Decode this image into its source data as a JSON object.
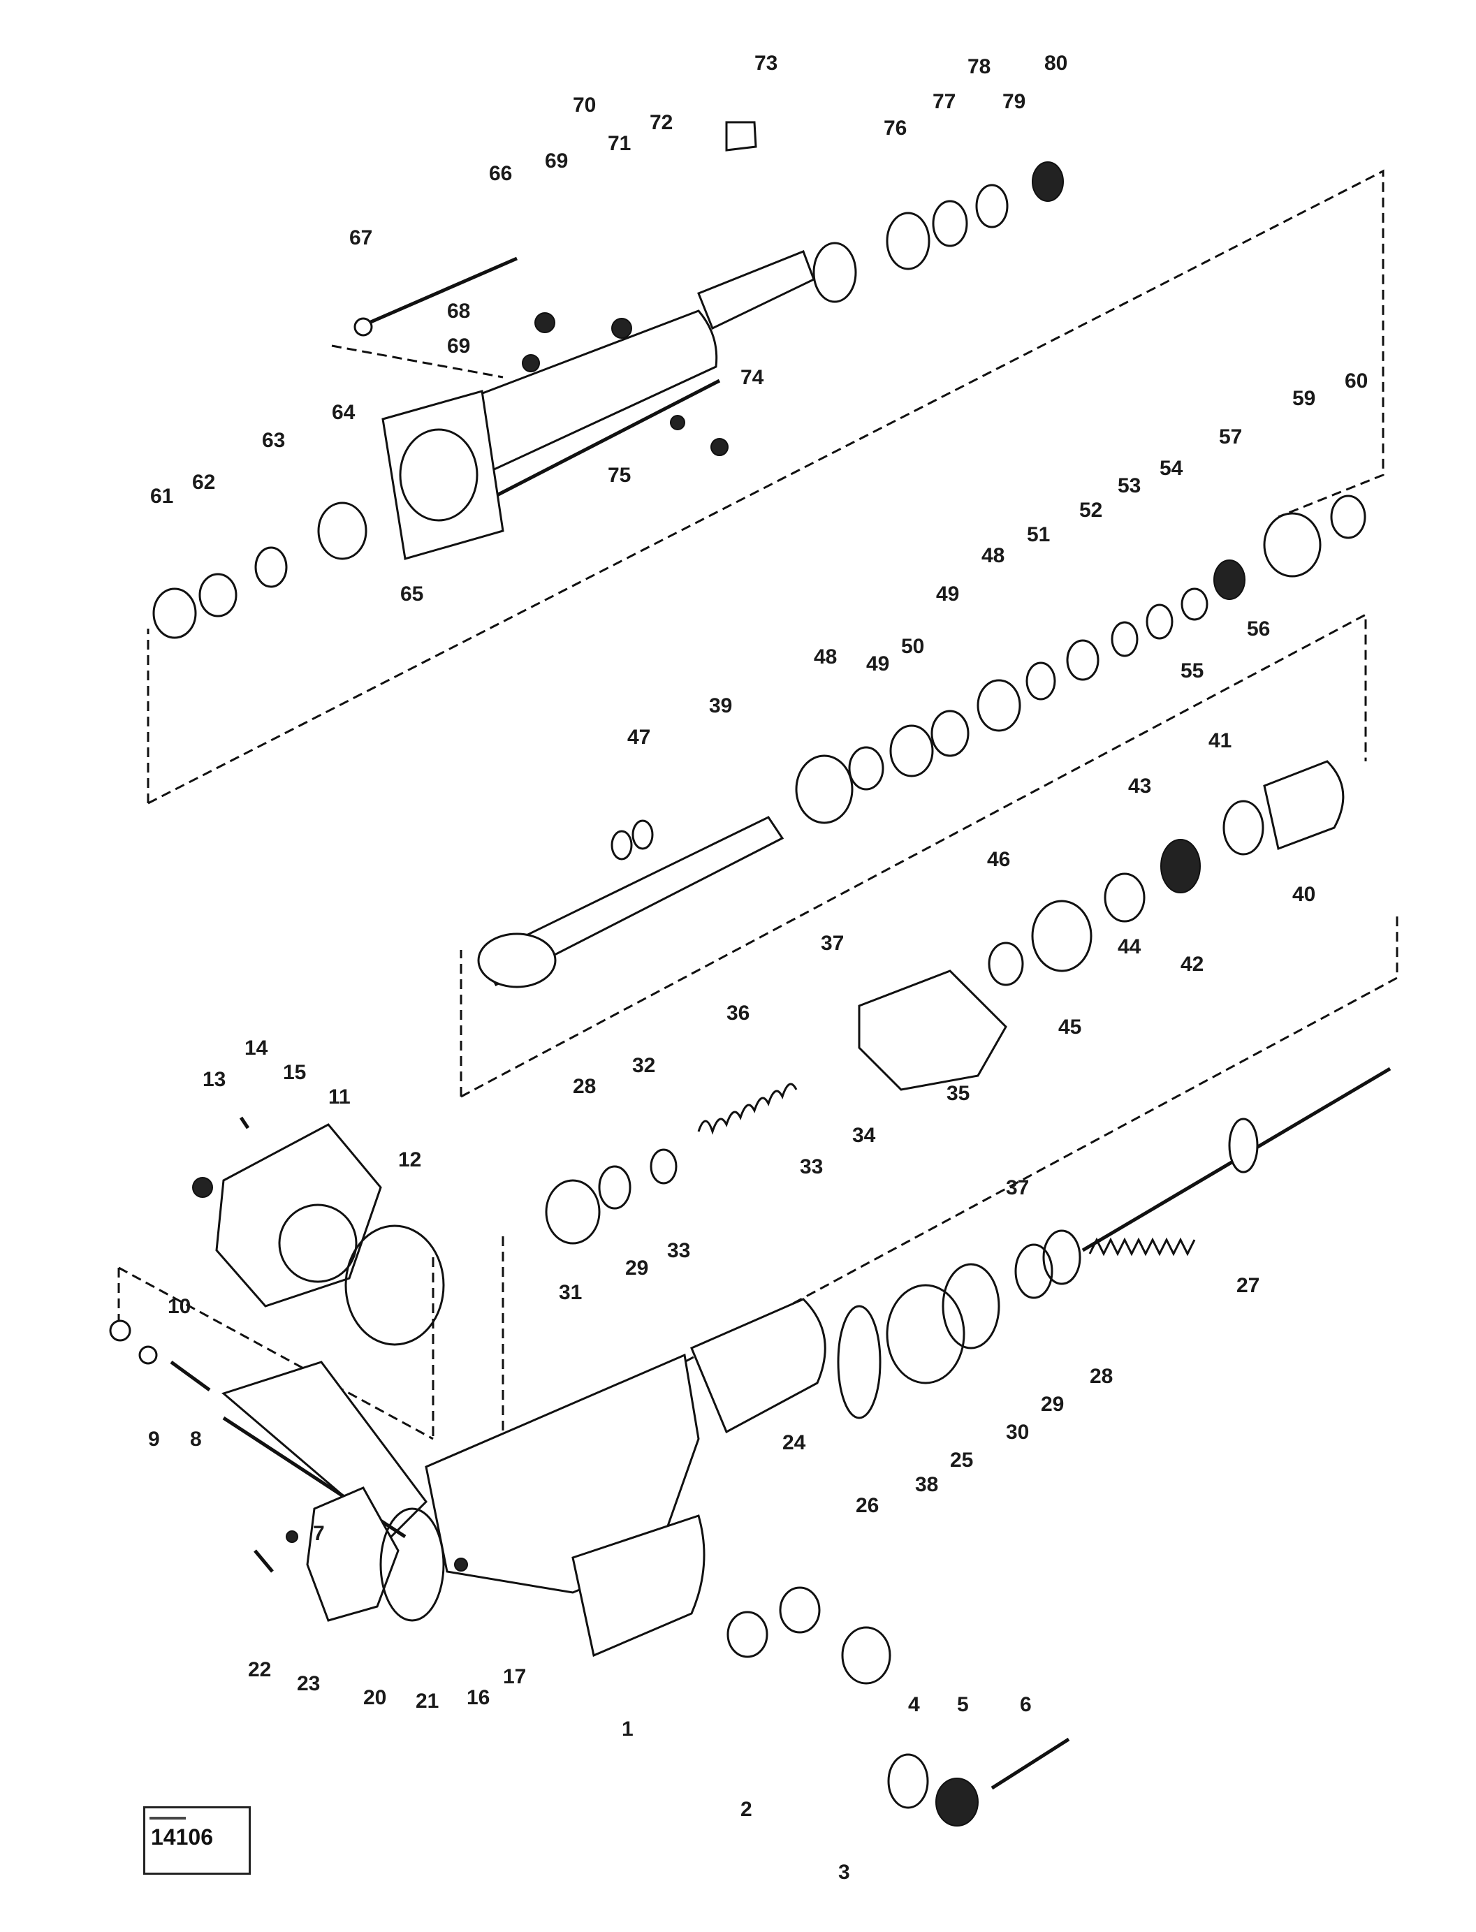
{
  "diagram": {
    "part_numbers": [
      "1",
      "2",
      "3",
      "4",
      "5",
      "6",
      "7",
      "8",
      "9",
      "10",
      "11",
      "12",
      "13",
      "14",
      "15",
      "16",
      "17",
      "20",
      "21",
      "22",
      "23",
      "24",
      "25",
      "26",
      "27",
      "28",
      "29",
      "30",
      "31",
      "32",
      "33",
      "34",
      "35",
      "36",
      "37",
      "38",
      "39",
      "40",
      "41",
      "42",
      "43",
      "44",
      "45",
      "46",
      "47",
      "48",
      "49",
      "50",
      "51",
      "52",
      "53",
      "54",
      "55",
      "56",
      "57",
      "59",
      "60",
      "61",
      "62",
      "63",
      "64",
      "65",
      "66",
      "67",
      "68",
      "69",
      "70",
      "71",
      "72",
      "73",
      "74",
      "75",
      "76",
      "77",
      "78",
      "79",
      "80"
    ],
    "reference_number": "14106"
  }
}
